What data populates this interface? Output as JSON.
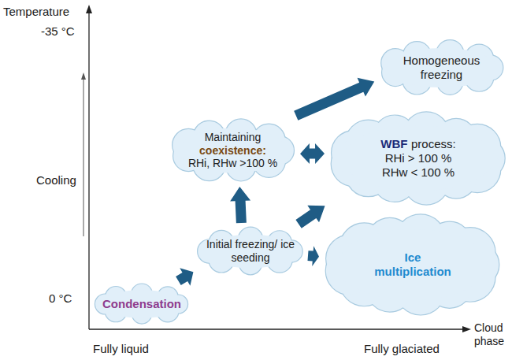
{
  "diagram": {
    "nodes": [
      {
        "text": [
          "Condensation"
        ]
      },
      {
        "text": [
          "Initial freezing/ ice seeding"
        ]
      },
      {
        "text": [
          "Maintaining",
          "coexistence:",
          "RHi, RHw >100 %"
        ]
      },
      {
        "text": [
          "WBF",
          "process:",
          "RHi > 100 %",
          "RHw < 100 %"
        ]
      },
      {
        "text": [
          "Homogeneous freezing"
        ]
      },
      {
        "text": [
          "Ice multiplication"
        ]
      }
    ],
    "edges": [
      {
        "from": 0,
        "to": 1,
        "arrow": "to"
      },
      {
        "from": 1,
        "to": 2,
        "arrow": "to"
      },
      {
        "from": 1,
        "to": 5,
        "arrow": "to"
      },
      {
        "from": 1,
        "to": 3,
        "arrow": "to"
      },
      {
        "from": 2,
        "to": 3,
        "arrow": "both"
      },
      {
        "from": 2,
        "to": 4,
        "arrow": "to"
      }
    ],
    "labels": [
      "Temperature",
      "-35 °C",
      "Cooling",
      "0 °C",
      "Cloud phase",
      "Fully liquid",
      "Fully glaciated"
    ]
  }
}
